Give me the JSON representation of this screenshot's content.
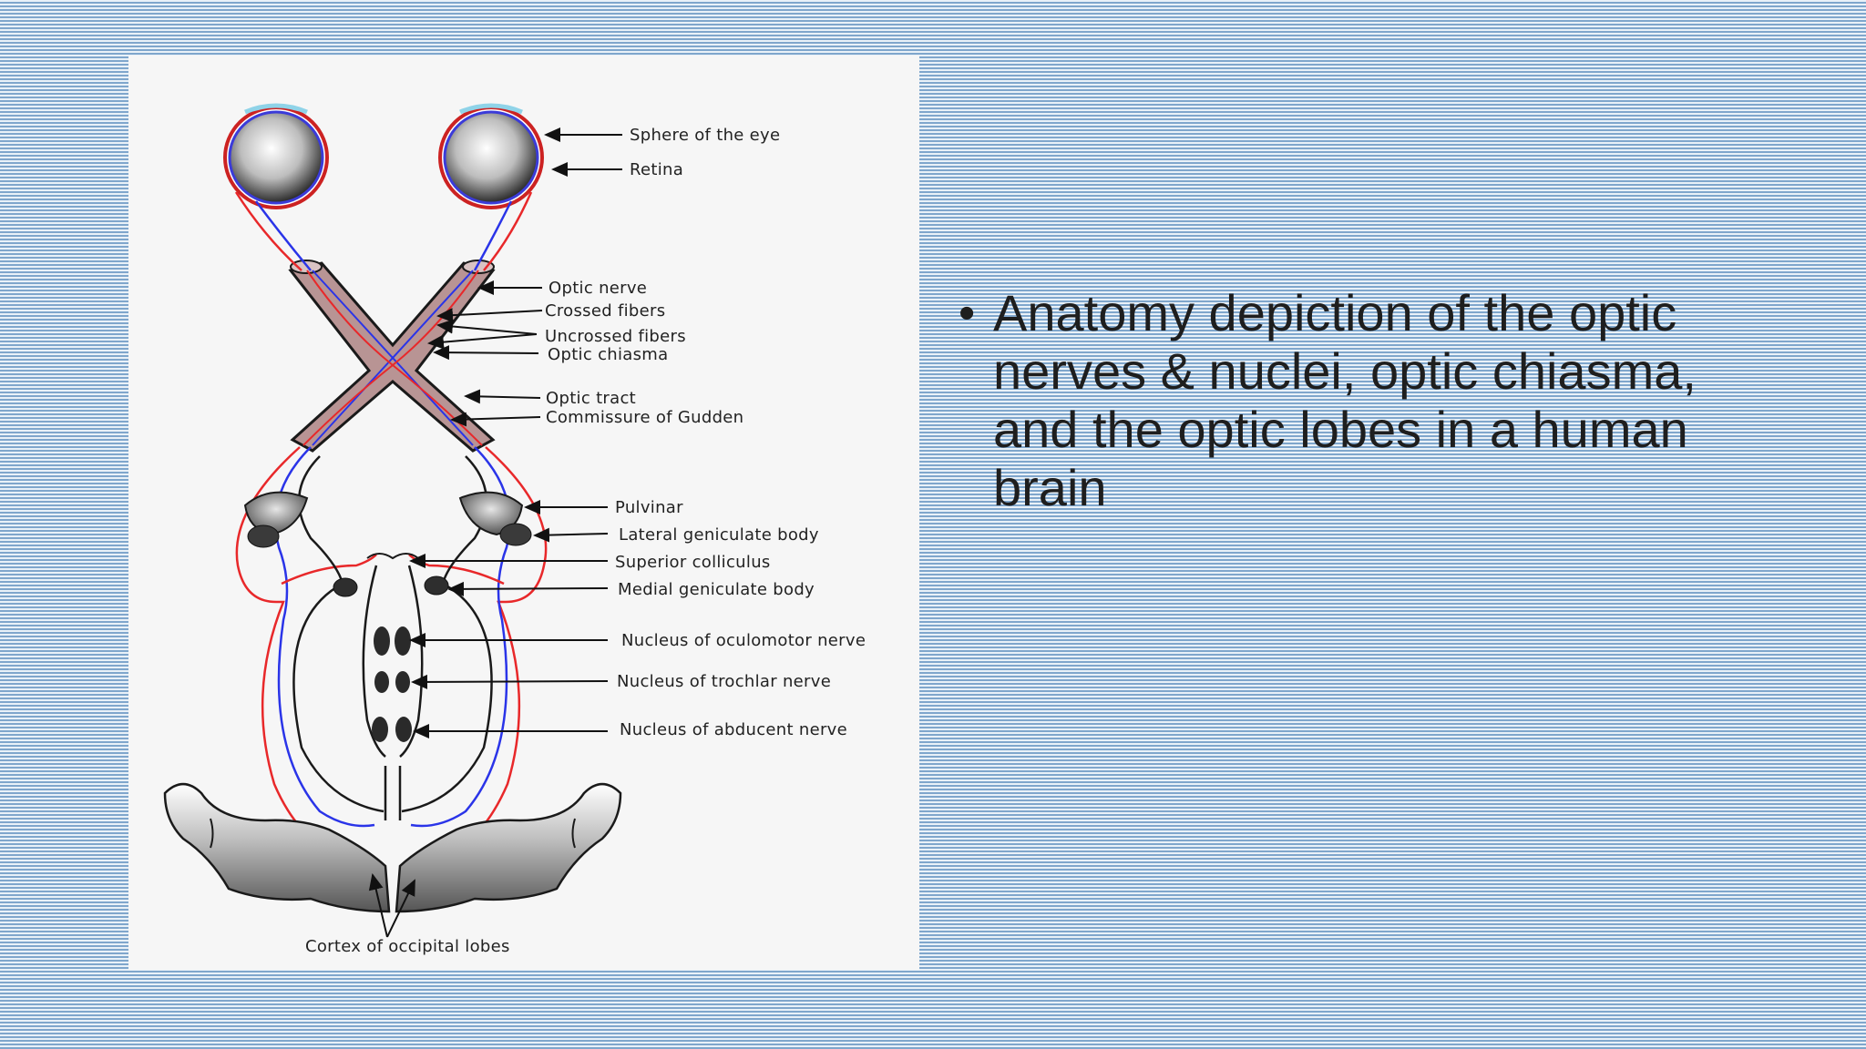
{
  "slide": {
    "bullet_symbol": "•",
    "bullet_text": "Anatomy depiction of the optic nerves & nuclei, optic chiasma, and the optic lobes in a human brain"
  },
  "diagram": {
    "labels": {
      "sphere_of_eye": "Sphere of the eye",
      "retina": "Retina",
      "optic_nerve": "Optic nerve",
      "crossed_fibers": "Crossed fibers",
      "uncrossed_fibers": "Uncrossed fibers",
      "optic_chiasma": "Optic chiasma",
      "optic_tract": "Optic tract",
      "commissure_gudden": "Commissure of Gudden",
      "pulvinar": "Pulvinar",
      "lateral_geniculate": "Lateral geniculate body",
      "superior_colliculus": "Superior colliculus",
      "medial_geniculate": "Medial geniculate body",
      "nucleus_oculomotor": "Nucleus of oculomotor nerve",
      "nucleus_trochlear": "Nucleus of trochlar nerve",
      "nucleus_abducent": "Nucleus of abducent nerve",
      "occipital_cortex": "Cortex of occipital lobes"
    },
    "colors": {
      "crossed_fiber": "#e8282a",
      "uncrossed_fiber": "#2a34e8",
      "chiasma_fill": "#b89494",
      "outline": "#1a1a1a"
    }
  }
}
